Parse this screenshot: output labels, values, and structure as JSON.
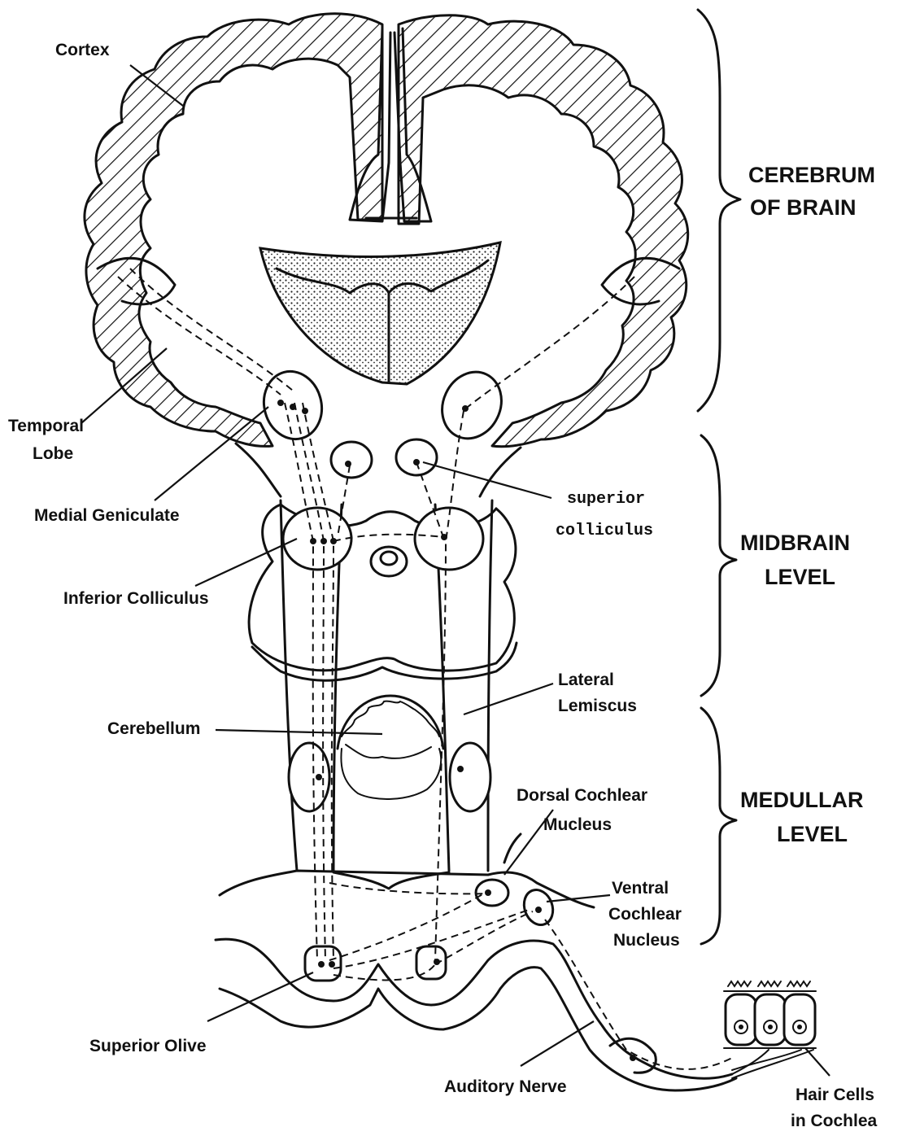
{
  "labels": {
    "cortex": "Cortex",
    "temporal_lobe_1": "Temporal",
    "temporal_lobe_2": "Lobe",
    "medial_geniculate": "Medial Geniculate",
    "superior_colliculus_1": "superior",
    "superior_colliculus_2": "colliculus",
    "inferior_colliculus": "Inferior Colliculus",
    "lateral_lemniscus_1": "Lateral",
    "lateral_lemniscus_2": "Lemiscus",
    "cerebellum": "Cerebellum",
    "dorsal_cochlear_1": "Dorsal Cochlear",
    "dorsal_cochlear_2": "Mucleus",
    "ventral_cochlear_1": "Ventral",
    "ventral_cochlear_2": "Cochlear",
    "ventral_cochlear_3": "Nucleus",
    "superior_olive": "Superior Olive",
    "auditory_nerve": "Auditory Nerve",
    "hair_cells_1": "Hair Cells",
    "hair_cells_2": "in Cochlea"
  },
  "levels": {
    "cerebrum_1": "CEREBRUM",
    "cerebrum_2": "OF BRAIN",
    "midbrain_1": "MIDBRAIN",
    "midbrain_2": "LEVEL",
    "medullar_1": "MEDULLAR",
    "medullar_2": "LEVEL"
  }
}
